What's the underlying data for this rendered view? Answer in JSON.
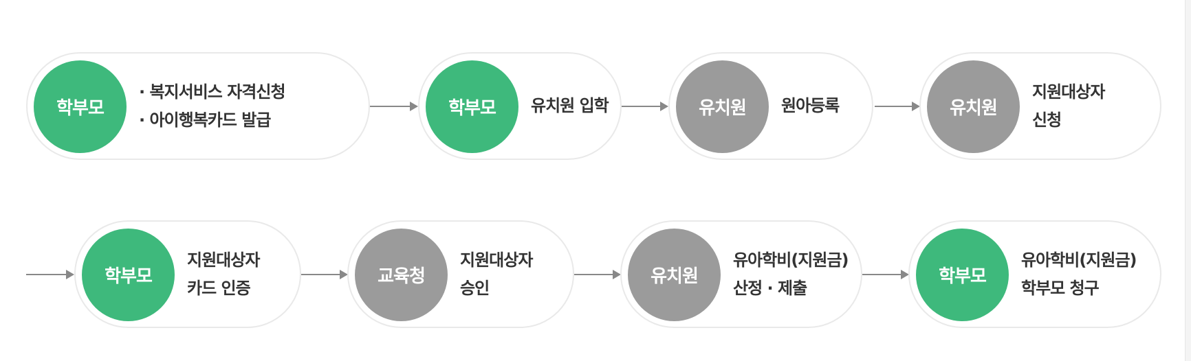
{
  "colors": {
    "parent_role": "#3eb97c",
    "organization_role": "#9b9b9b",
    "arrow": "#888888",
    "border": "#e9e9e9",
    "text": "#333333"
  },
  "steps": [
    {
      "role": "학부모",
      "role_type": "parent",
      "lines": [
        "· 복지서비스 자격신청",
        "· 아이행복카드 발급"
      ]
    },
    {
      "role": "학부모",
      "role_type": "parent",
      "lines": [
        "유치원 입학"
      ]
    },
    {
      "role": "유치원",
      "role_type": "organization",
      "lines": [
        "원아등록"
      ]
    },
    {
      "role": "유치원",
      "role_type": "organization",
      "lines": [
        "지원대상자",
        "신청"
      ]
    },
    {
      "role": "학부모",
      "role_type": "parent",
      "lines": [
        "지원대상자",
        "카드 인증"
      ]
    },
    {
      "role": "교육청",
      "role_type": "organization",
      "lines": [
        "지원대상자",
        "승인"
      ]
    },
    {
      "role": "유치원",
      "role_type": "organization",
      "lines": [
        "유아학비(지원금)",
        "산정 · 제출"
      ]
    },
    {
      "role": "학부모",
      "role_type": "parent",
      "lines": [
        "유아학비(지원금)",
        "학부모 청구"
      ]
    }
  ]
}
